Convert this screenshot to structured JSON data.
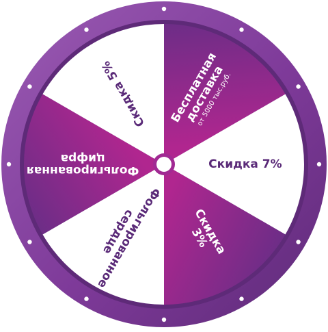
{
  "wheel": {
    "colors": {
      "rim_outer": "#5e2a78",
      "rim_inner": "#7e3a99",
      "rim_highlight": "#9a5bb3",
      "hub_ring": "#a12a93",
      "hub_center": "#ffffff",
      "rivet": "#ffffff",
      "label_on_white": "#5a2a78",
      "label_on_color": "#ffffff"
    },
    "segments": [
      {
        "id": "free-delivery",
        "fill": "#b0268f",
        "fill_alt": "#6e2d87",
        "text_color": "#ffffff",
        "lines": [
          "Бесплатная",
          "доставка"
        ],
        "subline": "от 5000 тыс.руб."
      },
      {
        "id": "discount-7",
        "fill": "#ffffff",
        "text_color": "#5a2a78",
        "lines": [
          "Скидка 7%"
        ]
      },
      {
        "id": "discount-3",
        "fill": "#b0268f",
        "fill_alt": "#6e2d87",
        "text_color": "#ffffff",
        "lines": [
          "Скидка",
          "3%"
        ]
      },
      {
        "id": "curly-heart",
        "fill": "#ffffff",
        "text_color": "#5a2a78",
        "lines": [
          "Фольгированное",
          "сердце"
        ]
      },
      {
        "id": "curly-digit",
        "fill": "#b0268f",
        "fill_alt": "#6e2d87",
        "text_color": "#ffffff",
        "lines": [
          "Фольгированная",
          "цифра"
        ]
      },
      {
        "id": "discount-5",
        "fill": "#ffffff",
        "text_color": "#5a2a78",
        "lines": [
          "Скидка 5%"
        ]
      }
    ]
  }
}
